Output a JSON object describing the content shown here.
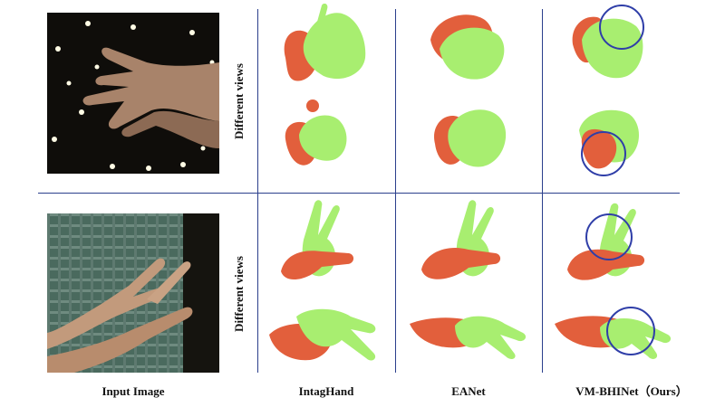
{
  "figure": {
    "row_labels": [
      "Different views",
      "Different views"
    ],
    "captions": {
      "input": "Input Image",
      "m1": "IntagHand",
      "m2": "EANet",
      "ours": "VM-BHINet（Ours）"
    }
  },
  "colors": {
    "green_hand": "#a8ee70",
    "orange_hand": "#e25f3c",
    "divider": "#2b3f8c",
    "highlight_circle": "#2f3ea8"
  }
}
